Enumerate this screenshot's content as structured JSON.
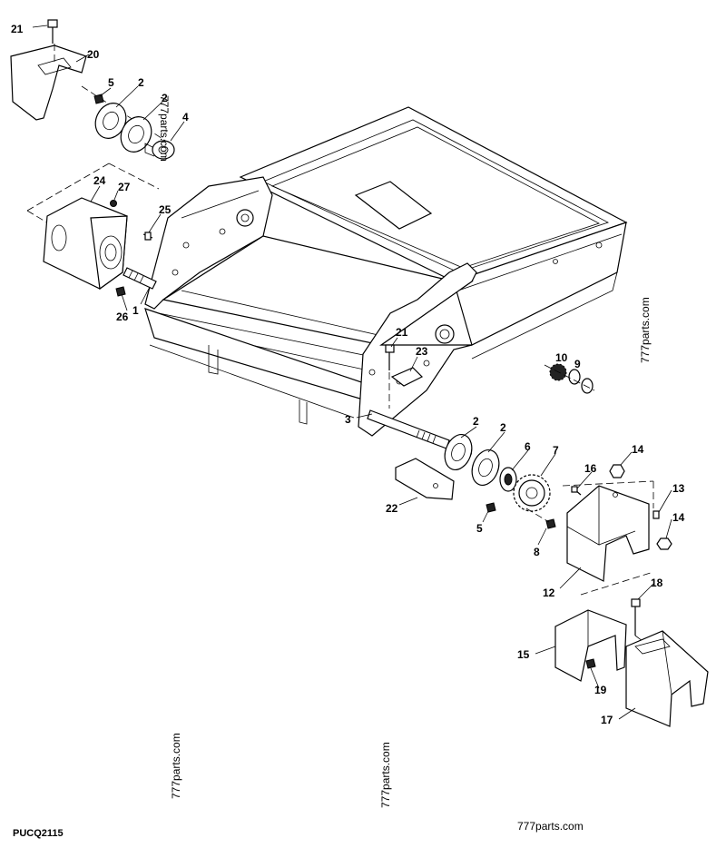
{
  "callouts": [
    "21",
    "20",
    "5",
    "2",
    "2",
    "4",
    "24",
    "27",
    "25",
    "26",
    "1",
    "21",
    "23",
    "3",
    "2",
    "2",
    "6",
    "7",
    "10",
    "9",
    "22",
    "5",
    "8",
    "16",
    "14",
    "13",
    "14",
    "12",
    "18",
    "15",
    "19",
    "17"
  ],
  "watermarks": [
    "777parts.com",
    "777parts.com",
    "777parts.com",
    "777parts.com",
    "777parts.com"
  ],
  "figure_code": "PUCQ2115"
}
